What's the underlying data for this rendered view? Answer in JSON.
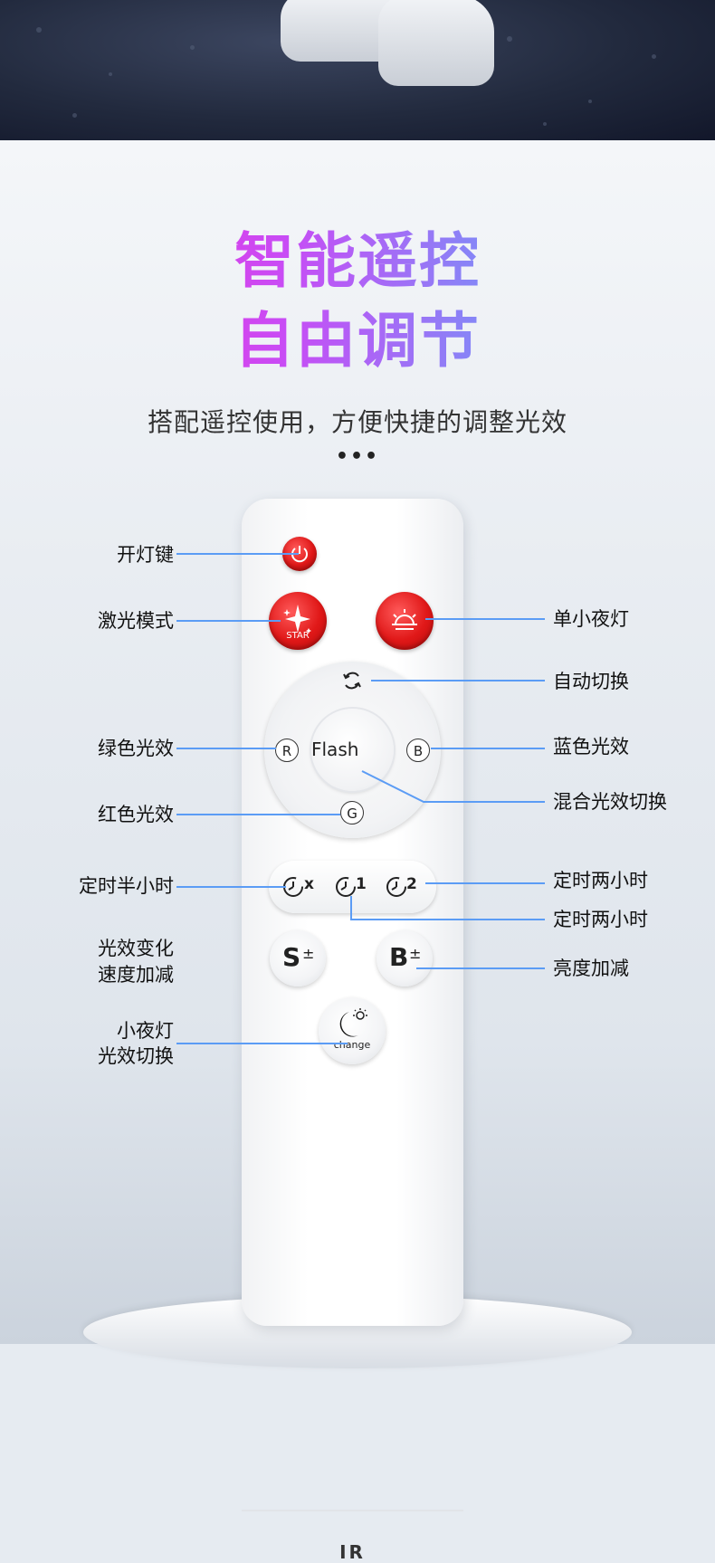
{
  "headline": {
    "line1": "智能遥控",
    "line2": "自由调节"
  },
  "subtitle": "搭配遥控使用，方便快捷的调整光效",
  "dots": "•••",
  "remote": {
    "flash_label": "Flash",
    "star_label": "STAR",
    "red_letter": "R",
    "blue_letter": "B",
    "green_letter": "G",
    "timer_x": "x",
    "timer_1": "1",
    "timer_2": "2",
    "speed_letter": "S",
    "brightness_letter": "B",
    "plus_minus": "±",
    "change_label": "change",
    "ir_label": "IR"
  },
  "labels": {
    "power": "开灯键",
    "laser_mode": "激光模式",
    "small_night_light": "单小夜灯",
    "auto_switch": "自动切换",
    "green_effect": "绿色光效",
    "blue_effect": "蓝色光效",
    "mixed_switch": "混合光效切换",
    "red_effect": "红色光效",
    "timer_half": "定时半小时",
    "timer_two_a": "定时两小时",
    "timer_two_b": "定时两小时",
    "speed_line1": "光效变化",
    "speed_line2": "速度加减",
    "brightness": "亮度加减",
    "night_switch_line1": "小夜灯",
    "night_switch_line2": "光效切换"
  },
  "colors": {
    "connector": "#5b9cf5",
    "red_button": "#e01818"
  }
}
